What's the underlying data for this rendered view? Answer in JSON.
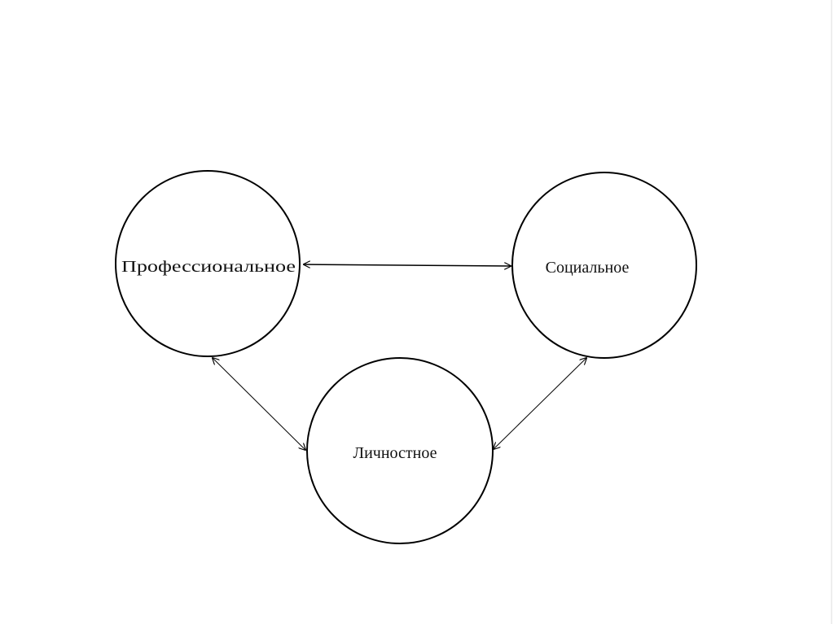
{
  "diagram": {
    "nodes": [
      {
        "id": "professional",
        "label": "Профессиональное"
      },
      {
        "id": "social",
        "label": "Социальное"
      },
      {
        "id": "personal",
        "label": "Личностное"
      }
    ],
    "edges": [
      {
        "from": "professional",
        "to": "social",
        "direction": "both"
      },
      {
        "from": "professional",
        "to": "personal",
        "direction": "both"
      },
      {
        "from": "social",
        "to": "personal",
        "direction": "both"
      }
    ],
    "colors": {
      "stroke": "#000000",
      "background": "#ffffff"
    }
  }
}
